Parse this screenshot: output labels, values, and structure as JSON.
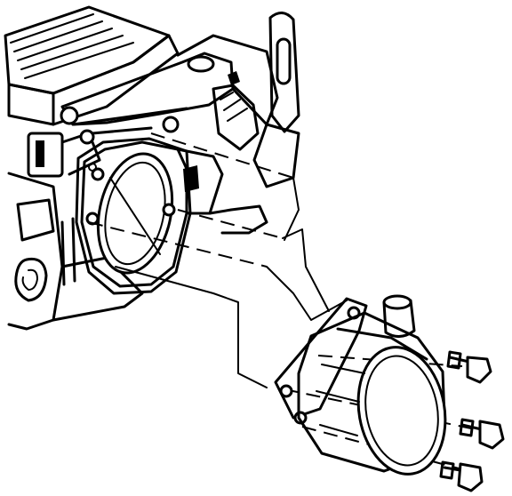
{
  "diagram": {
    "kind": "exploded-assembly-line-drawing",
    "ink_color": "#000000",
    "background_color": "#ffffff",
    "parts": [
      "engine-block",
      "mounting-bracket",
      "throttle-body-opening",
      "gasket",
      "housing",
      "pipe-outlet",
      "bolt",
      "bolt",
      "bolt"
    ]
  }
}
